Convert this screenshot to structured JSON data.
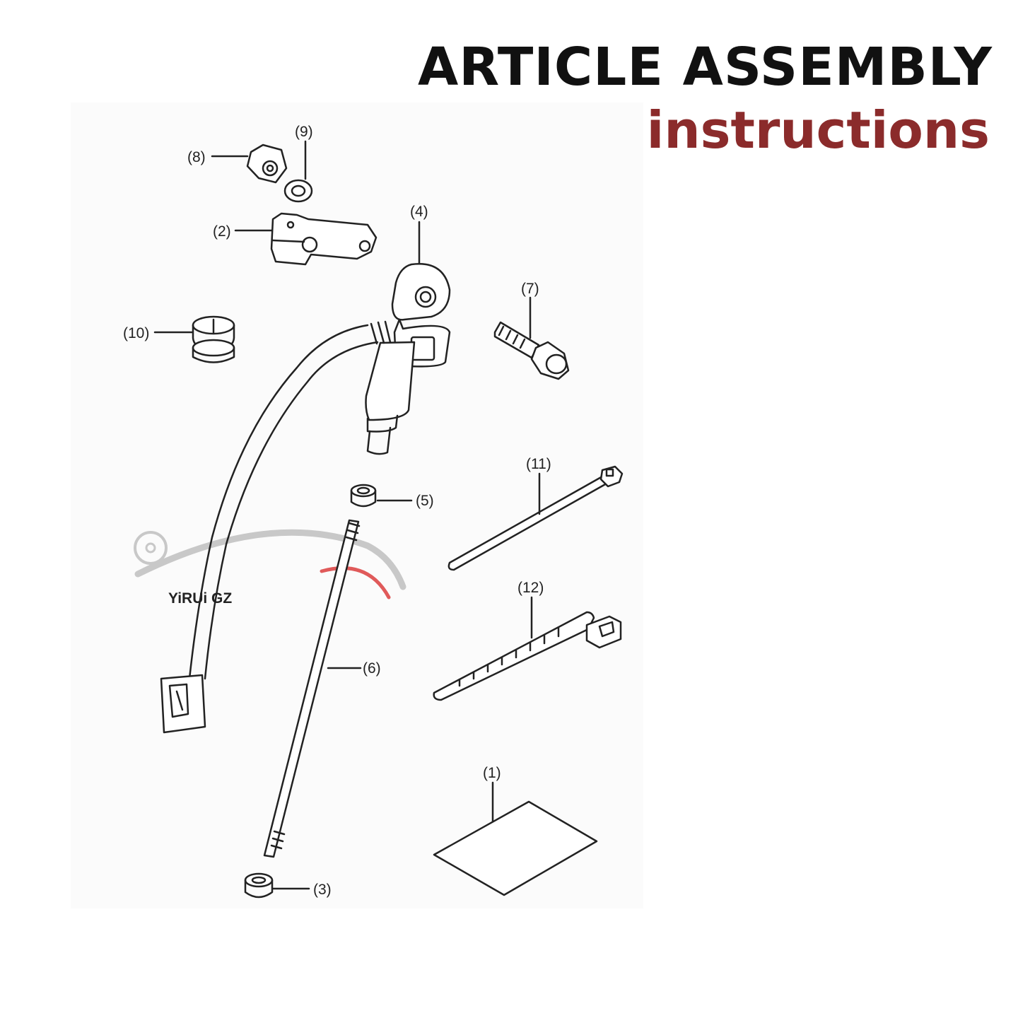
{
  "header": {
    "title": "ARTICLE ASSEMBLY",
    "subtitle": "instructions"
  },
  "watermark": {
    "text": "YiRUi GZ"
  },
  "callouts": {
    "p1": "(1)",
    "p2": "(2)",
    "p3": "(3)",
    "p4": "(4)",
    "p5": "(5)",
    "p6": "(6)",
    "p7": "(7)",
    "p8": "(8)",
    "p9": "(9)",
    "p10": "(10)",
    "p11": "(11)",
    "p12": "(12)"
  },
  "colors": {
    "title": "#111111",
    "subtitle": "#8b2b2b",
    "line": "#222222",
    "watermark_gray": "#c8c8c8",
    "watermark_red": "#e05a5a"
  }
}
